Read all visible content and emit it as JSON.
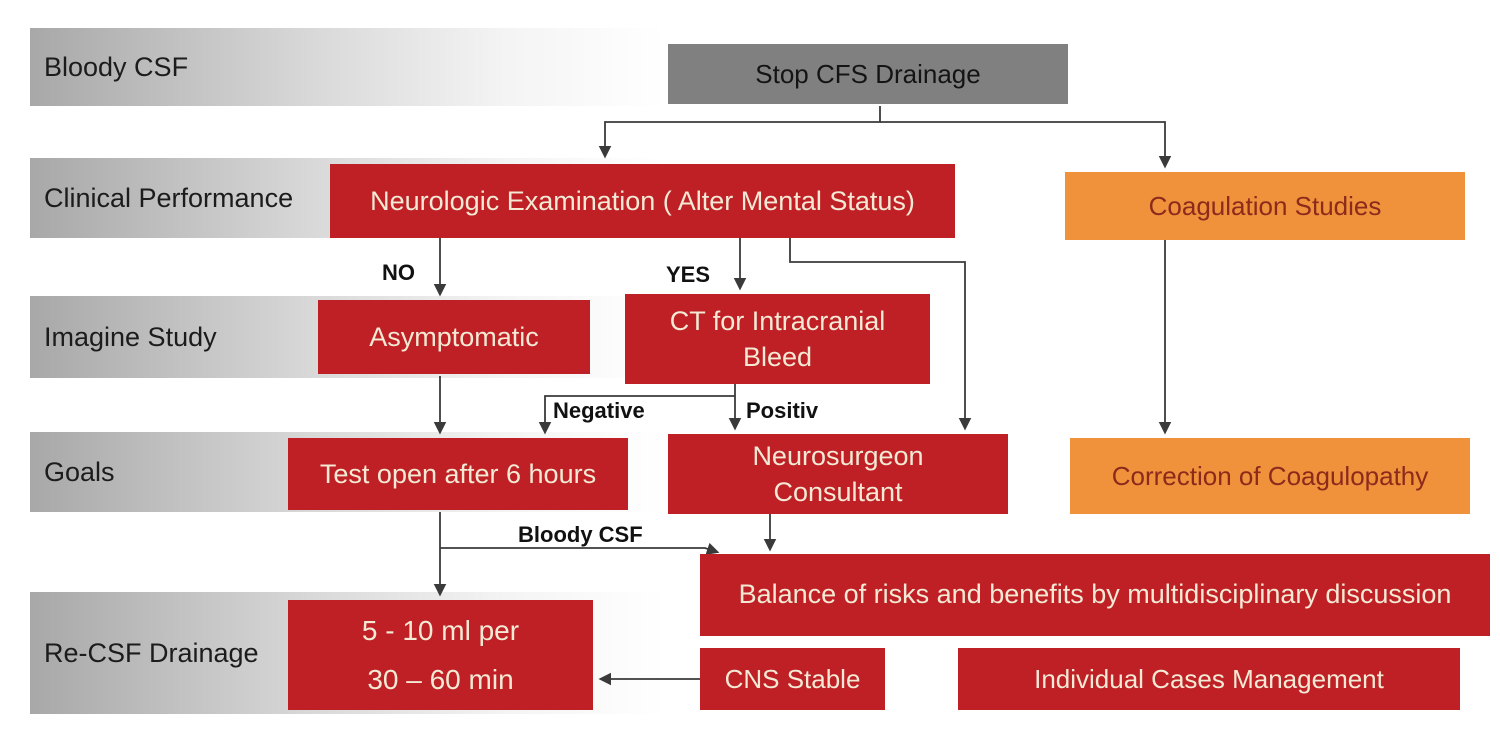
{
  "diagram": {
    "row_labels": [
      {
        "label": "Bloody CSF"
      },
      {
        "label": "Clinical Performance"
      },
      {
        "label": "Imagine Study"
      },
      {
        "label": "Goals"
      },
      {
        "label": "Re-CSF Drainage"
      }
    ],
    "nodes": {
      "stop": {
        "label": "Stop CFS Drainage"
      },
      "neuro_exam": {
        "label": "Neurologic Examination ( Alter Mental Status)"
      },
      "coagulation": {
        "label": "Coagulation Studies"
      },
      "asymptomatic": {
        "label": "Asymptomatic"
      },
      "ct_bleed": {
        "label": "CT for Intracranial Bleed"
      },
      "test_open": {
        "label": "Test open after 6 hours"
      },
      "neurosurgeon": {
        "label": "Neurosurgeon Consultant"
      },
      "correction": {
        "label": "Correction of Coagulopathy"
      },
      "balance": {
        "label": "Balance of risks and benefits by multidisciplinary discussion"
      },
      "dose": {
        "line1": "5 - 10 ml per",
        "line2": "30 – 60 min"
      },
      "cns_stable": {
        "label": "CNS Stable"
      },
      "individual": {
        "label": "Individual Cases Management"
      }
    },
    "edge_labels": {
      "no": "NO",
      "yes": "YES",
      "negative": "Negative",
      "positive": "Positiv",
      "bloody_csf": "Bloody CSF"
    },
    "colors": {
      "red_box": "#be2026",
      "orange_box": "#f0913b",
      "gray_box": "#808080",
      "box_text_cream": "#f3e9d4",
      "orange_box_text": "#8c2a1c",
      "band_gray": "#a8a8a8",
      "line": "#3a3a3a"
    }
  }
}
